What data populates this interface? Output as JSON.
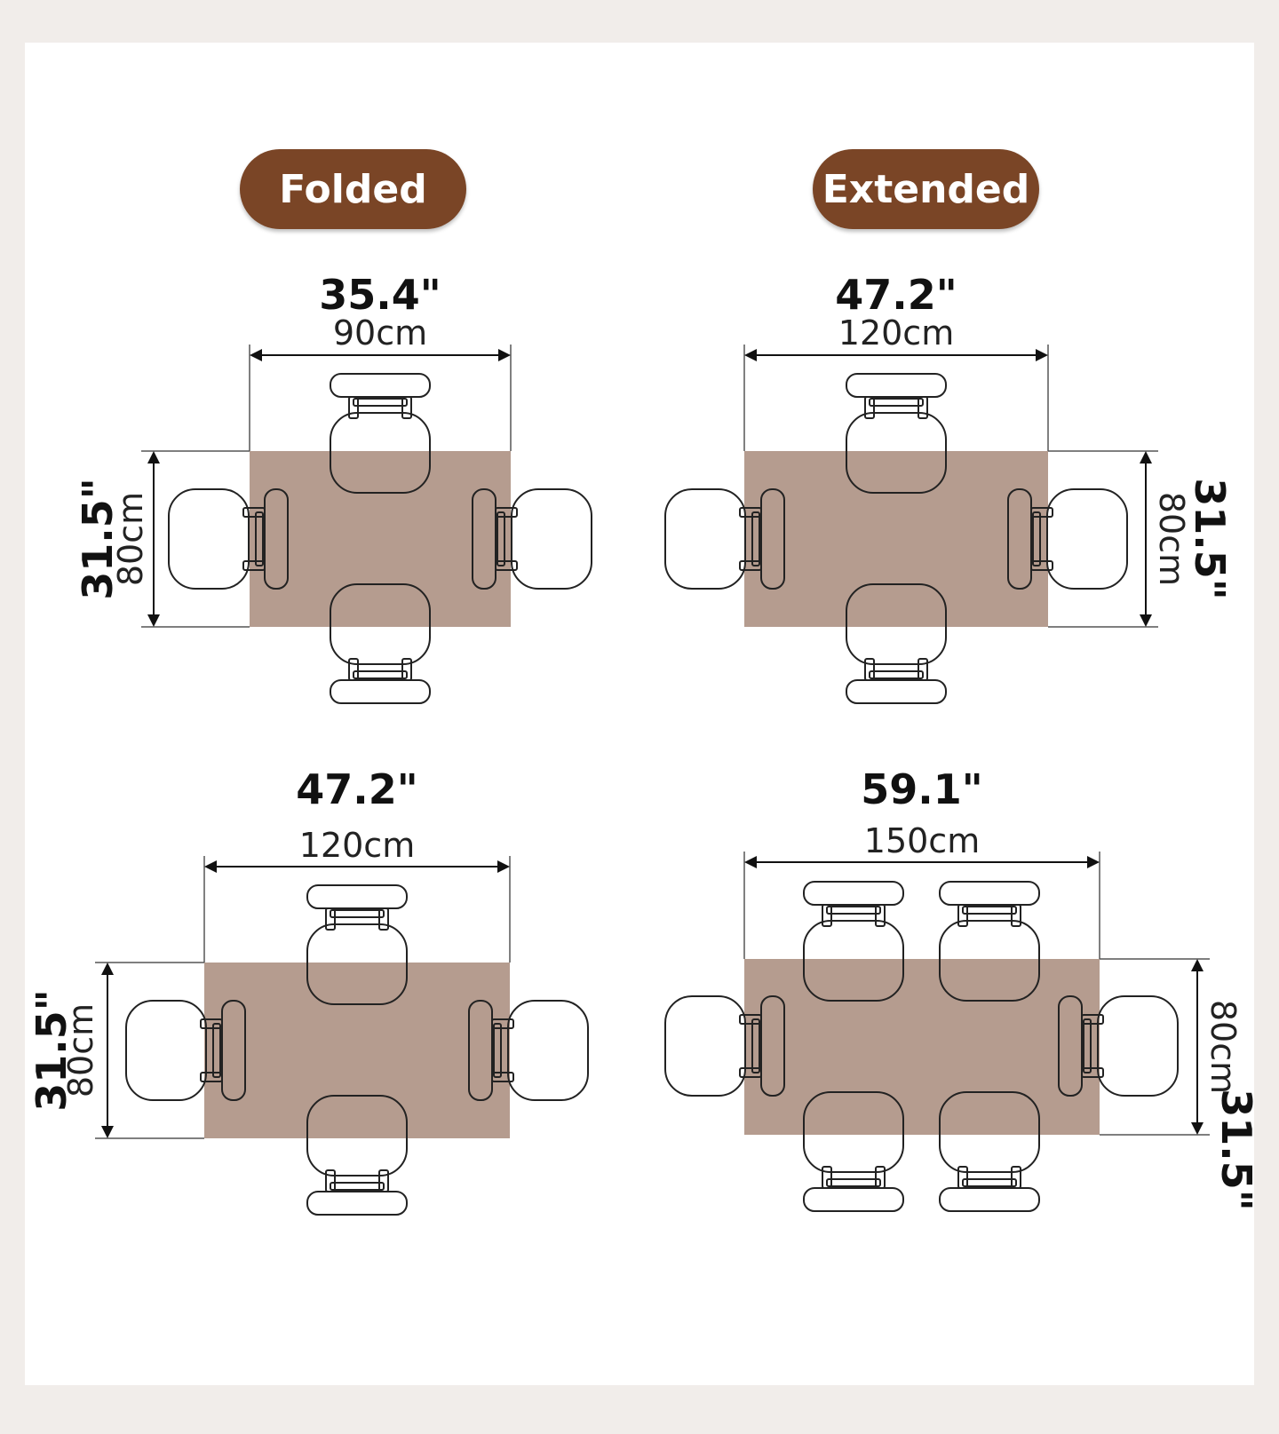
{
  "labels": {
    "folded": "Folded",
    "extended": "Extended"
  },
  "colors": {
    "pill": "#7a4526",
    "table": "#b59c8f",
    "background": "#f1edea"
  },
  "tables": [
    {
      "id": "folded-4",
      "width_in": "35.4\"",
      "width_cm": "90cm",
      "depth_in": "31.5\"",
      "depth_cm": "80cm",
      "chairs": 4
    },
    {
      "id": "extended-4",
      "width_in": "47.2\"",
      "width_cm": "120cm",
      "depth_in": "31.5\"",
      "depth_cm": "80cm",
      "chairs": 4
    },
    {
      "id": "folded-4b",
      "width_in": "47.2\"",
      "width_cm": "120cm",
      "depth_in": "31.5\"",
      "depth_cm": "80cm",
      "chairs": 4
    },
    {
      "id": "extended-6",
      "width_in": "59.1\"",
      "width_cm": "150cm",
      "depth_in": "31.5\"",
      "depth_cm": "80cm",
      "chairs": 6
    }
  ]
}
